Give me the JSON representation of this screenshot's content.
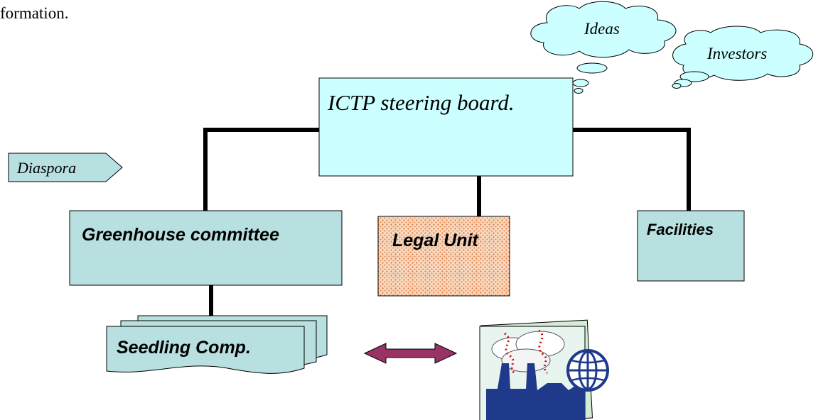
{
  "page_text": "formation.",
  "nodes": {
    "steering_board": "ICTP steering board.",
    "greenhouse": "Greenhouse committee",
    "legal_unit": "Legal Unit",
    "facilities": "Facilities",
    "seedling": "Seedling Comp.",
    "diaspora": "Diaspora",
    "ideas": "Ideas",
    "investors": "Investors"
  },
  "colors": {
    "box_steering": "#ccffff",
    "box_teal": "#b8e0e0",
    "legal_dots": "#e8a070",
    "arrow": "#993366",
    "connector": "#000000"
  },
  "icons": [
    "factory-globe-icon",
    "double-arrow-icon",
    "thought-cloud-icon"
  ]
}
